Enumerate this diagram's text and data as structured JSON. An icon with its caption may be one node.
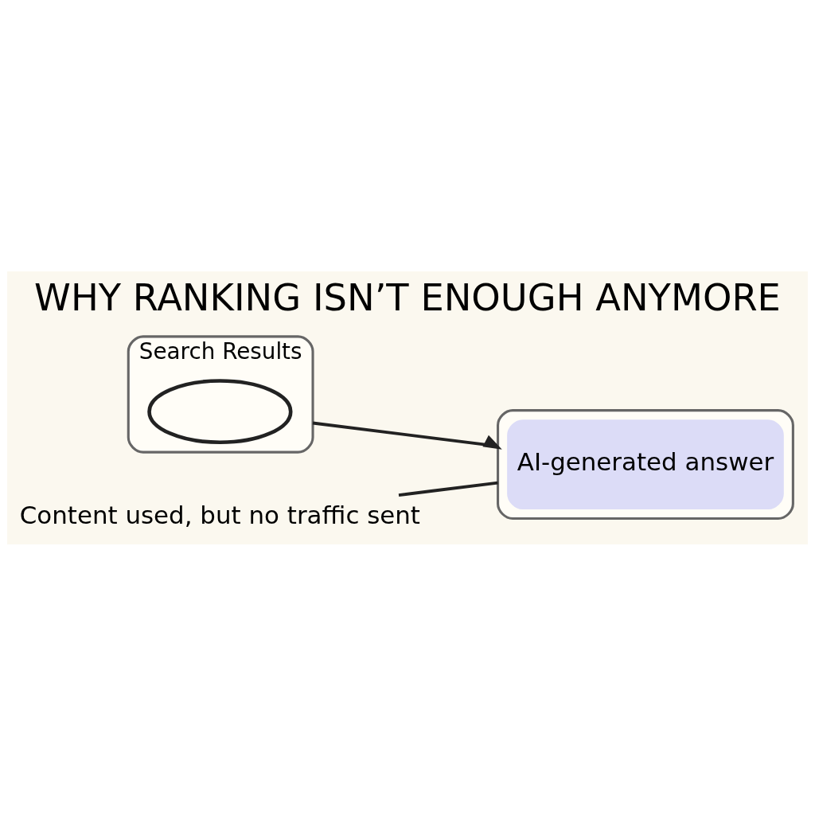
{
  "diagram": {
    "title": "WHY RANKING ISN’T ENOUGH ANYMORE",
    "nodes": [
      {
        "text": [
          "Search Results"
        ]
      },
      {
        "text": [],
        "shape": "circle",
        "in": 0
      },
      {
        "text": [],
        "shape": "box"
      },
      {
        "text": [
          "AI-generated answer"
        ],
        "in": 2
      },
      {
        "text": [
          "Content used, but no traffic sent"
        ]
      }
    ],
    "edges": [
      {
        "from": 0,
        "to": 2,
        "arrow": "to"
      },
      {
        "from": 4,
        "to": 2,
        "arrow": "none"
      }
    ]
  }
}
